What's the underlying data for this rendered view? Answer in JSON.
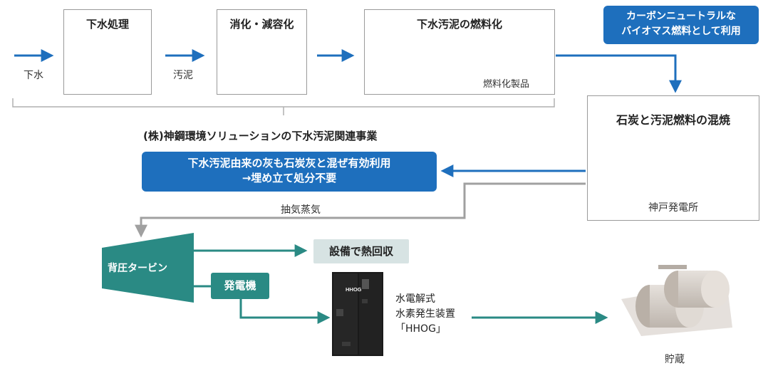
{
  "process": {
    "sewage_label": "下水",
    "sludge_label": "汚泥",
    "step1_title": "下水処理",
    "step2_title": "消化・減容化",
    "step3_title": "下水汚泥の燃料化",
    "fuel_product_label": "燃料化製品"
  },
  "biomass_banner": {
    "line1": "カーボンニュートラルな",
    "line2": "バイオマス燃料として利用"
  },
  "company_caption": "(株)神鋼環境ソリューションの下水汚泥関連事業",
  "ash_banner": {
    "line1": "下水汚泥由来の灰も石炭灰と混ぜ有効利用",
    "line2": "→埋め立て処分不要"
  },
  "power_plant": {
    "title": "石炭と汚泥燃料の混焼",
    "name": "神戸発電所"
  },
  "steam_label": "抽気蒸気",
  "turbine_label": "背圧タービン",
  "heat_recovery_label": "設備で熱回収",
  "generator_label": "発電機",
  "hhog_unit_text": "HHOG",
  "hydrogen_device": {
    "line1": "水電解式",
    "line2": "水素発生装置",
    "line3": "「HHOG」"
  },
  "storage_label": "貯蔵",
  "colors": {
    "blue": "#1e6fbd",
    "teal": "#2a8a84",
    "gray_line": "#a0a0a0",
    "light_teal_box": "#d7e3e3"
  }
}
